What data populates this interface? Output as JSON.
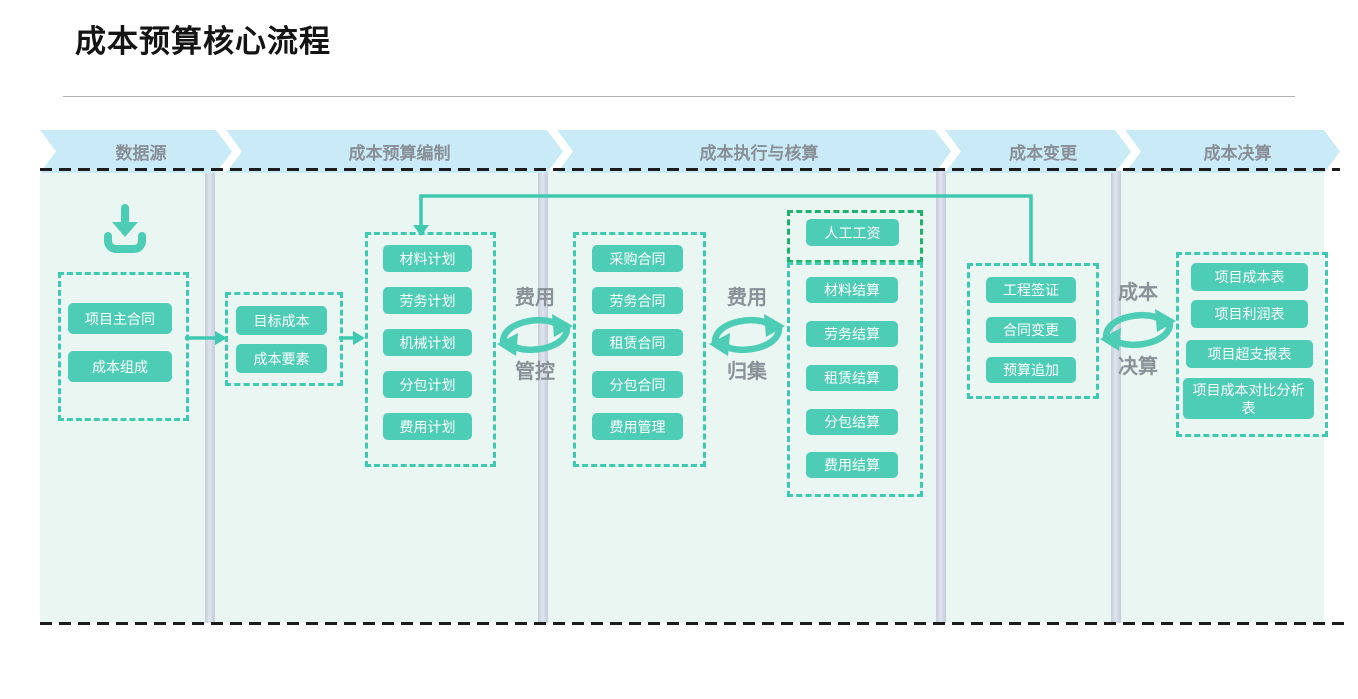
{
  "title": "成本预算核心流程",
  "phases": [
    {
      "label": "数据源"
    },
    {
      "label": "成本预算编制"
    },
    {
      "label": "成本执行与核算"
    },
    {
      "label": "成本变更"
    },
    {
      "label": "成本决算"
    }
  ],
  "nodes": {
    "source_group": [
      "项目主合同",
      "成本组成"
    ],
    "target_group": [
      "目标成本",
      "成本要素"
    ],
    "plan_group": [
      "材料计划",
      "劳务计划",
      "机械计划",
      "分包计划",
      "费用计划"
    ],
    "contract_group": [
      "采购合同",
      "劳务合同",
      "租赁合同",
      "分包合同",
      "费用管理"
    ],
    "wage_group": [
      "人工工资"
    ],
    "settle_group": [
      "材料结算",
      "劳务结算",
      "租赁结算",
      "分包结算",
      "费用结算"
    ],
    "change_group": [
      "工程签证",
      "合同变更",
      "预算追加"
    ],
    "report_group": [
      "项目成本表",
      "项目利润表",
      "项目超支报表",
      "项目成本对比分析表"
    ]
  },
  "cycles": [
    {
      "top": "费用",
      "bottom": "管控"
    },
    {
      "top": "费用",
      "bottom": "归集"
    },
    {
      "top": "成本",
      "bottom": "决算"
    }
  ],
  "icons": {
    "download": "download-icon",
    "cycle": "cycle-arrows-icon"
  },
  "colors": {
    "teal": "#4ecdb6",
    "green_accent": "#1db36d",
    "header_bg": "#c9eaf7",
    "header_text": "#898f96",
    "content_bg": "#eaf6f1",
    "divider": "#c9cede",
    "label_gray": "#8a9199"
  }
}
